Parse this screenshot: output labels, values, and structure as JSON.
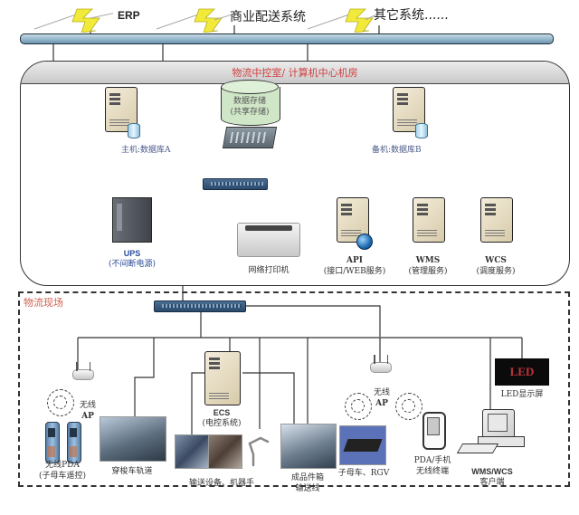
{
  "top_systems": [
    {
      "label": "ERP"
    },
    {
      "label": "商业配送系统"
    },
    {
      "label": "其它系统......"
    }
  ],
  "control_room": {
    "title": "物流中控室/ 计算机中心机房",
    "storage": {
      "line1": "数据存储",
      "line2": "(共享存储)"
    },
    "primary_server": "主机:数据库A",
    "backup_server": "备机:数据库B",
    "ups": {
      "line1": "UPS",
      "line2": "(不间断电源)"
    },
    "printer": "网络打印机",
    "servers": [
      {
        "name": "API",
        "desc": "(接口/WEB服务)"
      },
      {
        "name": "WMS",
        "desc": "(管理服务)"
      },
      {
        "name": "WCS",
        "desc": "(调度服务)"
      }
    ]
  },
  "field": {
    "title": "物流现场",
    "ap_left": {
      "line1": "无线",
      "line2": "AP"
    },
    "ap_right": {
      "line1": "无线",
      "line2": "AP"
    },
    "pda": {
      "line1": "无线PDA",
      "line2": "(子母车遥控)"
    },
    "shuttle_rail": "穿梭车轨道",
    "ecs": {
      "line1": "ECS",
      "line2": "(电控系统)"
    },
    "conveyor_robot": "输送设备、机器手",
    "finished_line": {
      "line1": "成品件箱",
      "line2": "输送线"
    },
    "agv": "子母车、RGV",
    "mobile_terminal": {
      "line1": "PDA/手机",
      "line2": "无线终端"
    },
    "client": {
      "line1": "WMS/WCS",
      "line2": "客户端"
    },
    "led_screen": {
      "text": "LED",
      "label": "LED显示屏"
    }
  },
  "colors": {
    "bus": "#8fb2c8",
    "room_title": "#d04040",
    "field_title": "#d06050",
    "led_text": "#c0333a",
    "bolt": "#f2ea3a"
  }
}
